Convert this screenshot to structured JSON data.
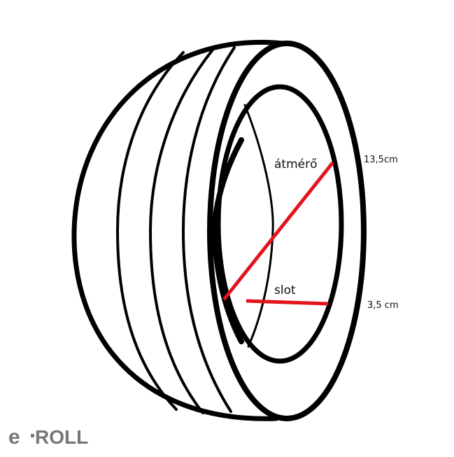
{
  "labels": {
    "diameter": "átmérő",
    "diameter_value": "13,5cm",
    "slot": "slot",
    "slot_value": "3,5 cm"
  },
  "logo": {
    "text": "e-ROLL",
    "e": "e",
    "rest": "ROLL"
  },
  "colors": {
    "outline": "#000000",
    "measure": "#e3141b",
    "logo": "#777777"
  }
}
